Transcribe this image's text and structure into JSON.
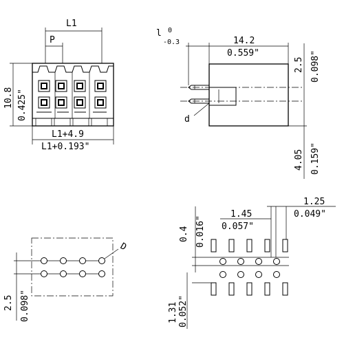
{
  "front_view": {
    "l1": "L1",
    "p": "P",
    "height_mm": "10.8",
    "height_in": "0.425\"",
    "width_mm": "L1+4.9",
    "width_in": "L1+0.193\""
  },
  "side_view": {
    "tol_top": "0",
    "tol_bottom": "-0.3",
    "l_label": "l",
    "depth_mm": "14.2",
    "depth_in": "0.559\"",
    "pitch_mm": "2.5",
    "pitch_in": "0.098\"",
    "d_label": "d",
    "bottom_mm": "4.05",
    "bottom_in": "0.159\""
  },
  "pcb_view": {
    "d_label": "D",
    "pitch_mm": "2.5",
    "pitch_in": "0.098\""
  },
  "footprint_view": {
    "a_mm": "1.45",
    "a_in": "0.057\"",
    "b_mm": "1.25",
    "b_in": "0.049\"",
    "c_mm": "0.4",
    "c_in": "0.016\"",
    "d_mm": "1.31",
    "d_in": "0.052\""
  }
}
